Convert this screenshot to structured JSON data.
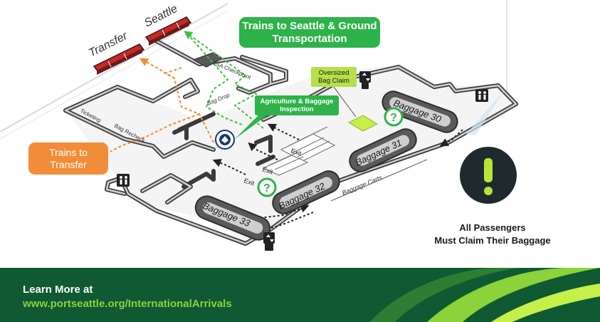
{
  "callouts": {
    "seattle_ground": "Trains to Seattle & Ground Transportation",
    "transfer": "Trains to Transfer",
    "agriculture": "Agriculture & Baggage Inspection",
    "oversized": "Oversized Bag Claim"
  },
  "map_labels": {
    "train_transfer": "Transfer",
    "train_seattle": "Seattle",
    "tsa": "TSA Checkpoint",
    "bag_drop": "Bag Drop",
    "ticketing": "Ticketing",
    "bag_recheck": "Bag Recheck",
    "exit": "Exit",
    "baggage_carts": "Baggage Carts"
  },
  "carousels": [
    {
      "id": "30",
      "label": "Baggage 30"
    },
    {
      "id": "31",
      "label": "Baggage 31"
    },
    {
      "id": "32",
      "label": "Baggage 32"
    },
    {
      "id": "33",
      "label": "Baggage 33"
    }
  ],
  "notice": {
    "line1": "All Passengers",
    "line2": "Must Claim Their Baggage"
  },
  "footer": {
    "learn_more": "Learn More at",
    "url": "www.portseattle.org/InternationalArrivals"
  },
  "colors": {
    "green_callout": "#2db34a",
    "orange_callout": "#f28c38",
    "lime_callout": "#b5e04a",
    "footer_bg": "#0f5a32",
    "footer_url": "#8bd23b",
    "carousel": "#5a5a5a",
    "train": "#c62828",
    "notice_circle": "#1f2a2e",
    "notice_mark": "#b8e33b"
  },
  "icons": [
    "restroom-icon",
    "elevator-icon",
    "help-icon",
    "cbp-seal-icon",
    "alert-icon"
  ]
}
